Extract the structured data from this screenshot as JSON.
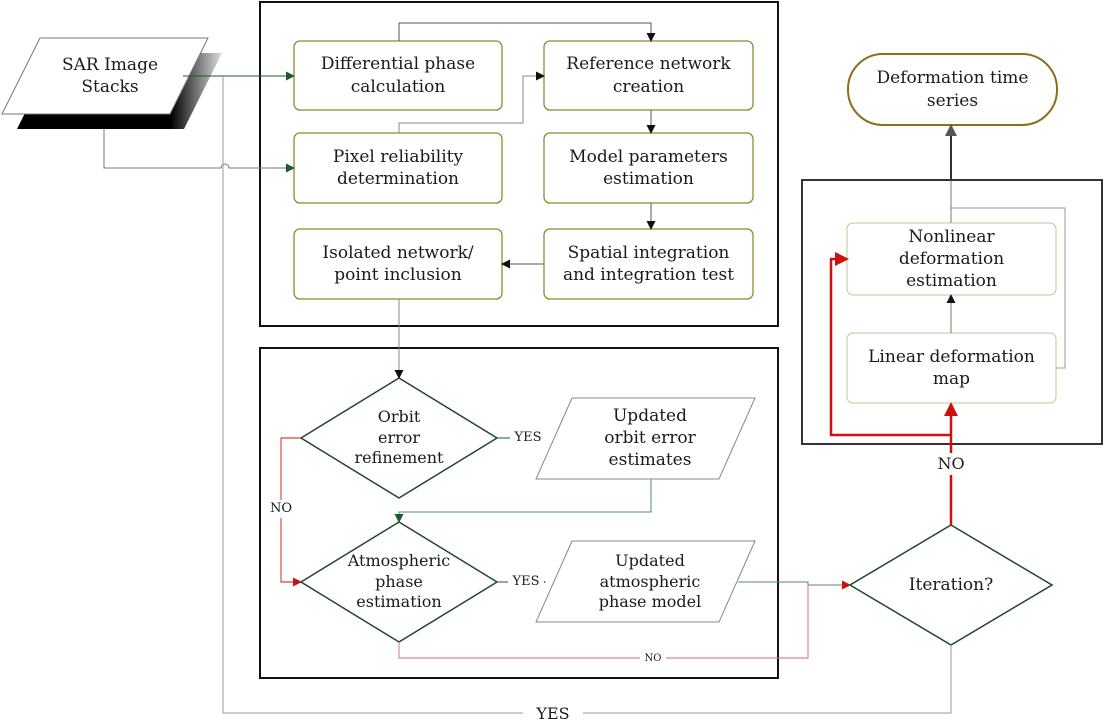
{
  "diagram": {
    "input": "SAR Image\nStacks",
    "steps": {
      "differential_phase": "Differential phase\ncalculation",
      "reference_network": "Reference network\ncreation",
      "pixel_reliability": "Pixel reliability\ndetermination",
      "model_parameters": "Model parameters\nestimation",
      "isolated_network": "Isolated network/\npoint inclusion",
      "spatial_integration": "Spatial integration\nand integration test",
      "updated_orbit": "Updated\norbit error\nestimates",
      "updated_atmospheric": "Updated\natmospheric\nphase model",
      "nonlinear_deformation": "Nonlinear\ndeformation\nestimation",
      "linear_deformation": "Linear deformation\nmap",
      "deformation_time_series": "Deformation time\nseries"
    },
    "decisions": {
      "orbit": "Orbit\nerror\nrefinement",
      "atmospheric": "Atmospheric\nphase\nestimation",
      "iteration": "Iteration?"
    },
    "edge_labels": {
      "orbit_yes": "YES",
      "orbit_no": "NO",
      "atmo_yes": "YES",
      "atmo_no": "NO",
      "iteration_no": "NO",
      "iteration_yes": "YES"
    },
    "colors": {
      "olive": "#8b8b2e",
      "dark_green": "#2e5e2e",
      "red": "#cc1111",
      "box_gold": "#8b6f1a",
      "light_green": "#b9c99a"
    }
  }
}
